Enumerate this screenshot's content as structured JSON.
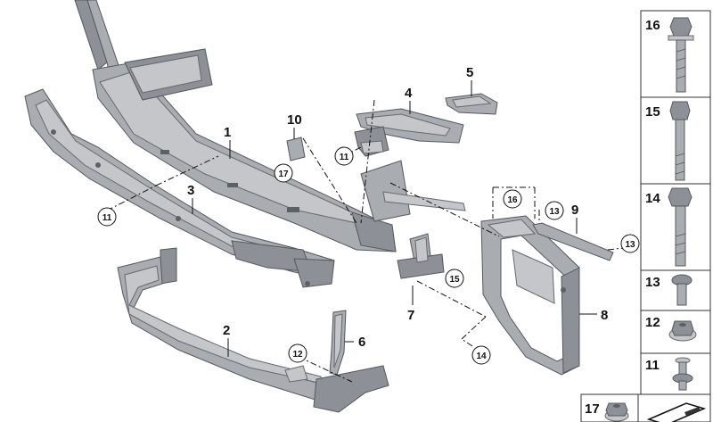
{
  "callouts": [
    "1",
    "2",
    "3",
    "4",
    "5",
    "6",
    "7",
    "8",
    "9",
    "10"
  ],
  "circled": [
    "11",
    "11",
    "11",
    "12",
    "13",
    "13",
    "14",
    "15",
    "16",
    "17"
  ],
  "panel": [
    "16",
    "15",
    "14",
    "13",
    "12",
    "11",
    "17"
  ]
}
